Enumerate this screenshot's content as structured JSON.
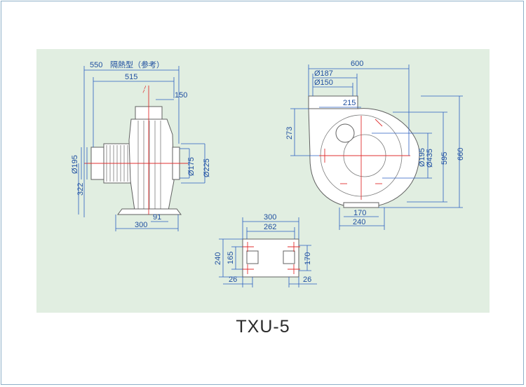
{
  "model": "TXU-5",
  "side_view": {
    "dims": {
      "d550": "550",
      "insulated_note": "隔熱型（参考）",
      "d515": "515",
      "d150": "150",
      "d195": "Ø195",
      "d322": "322",
      "d175": "Ø175",
      "d225": "Ø225",
      "d300": "300",
      "d91": "91"
    }
  },
  "front_view": {
    "dims": {
      "d600": "600",
      "d187": "Ø187",
      "d150": "Ø150",
      "d215": "215",
      "d273": "273",
      "d195": "Ø195",
      "d435": "Ø435",
      "d595": "595",
      "d660": "660",
      "d170": "170",
      "d240": "240"
    }
  },
  "base_view": {
    "dims": {
      "d300": "300",
      "d262": "262",
      "d240": "240",
      "d165": "165",
      "d170": "170",
      "d26_left": "26",
      "d26_right": "26"
    }
  },
  "colors": {
    "panel": "#e1eee1",
    "dimension": "#1f4fa0",
    "centerline": "#e03030",
    "outline": "#606060"
  }
}
